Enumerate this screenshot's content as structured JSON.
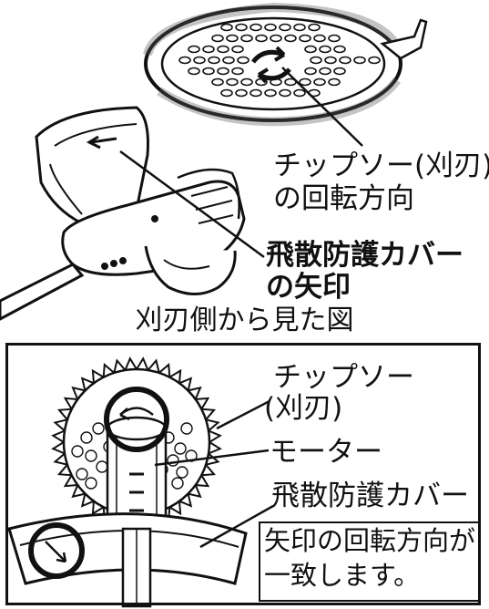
{
  "top_labels": {
    "saw_rotation_line1": "チップソー(刈刃)",
    "saw_rotation_line2": "の回転方向",
    "cover_arrow_line1": "飛散防護カバー",
    "cover_arrow_line2": "の矢印"
  },
  "section_title": "刈刃側から見た図",
  "bottom_labels": {
    "tip_saw_line1": "チップソー",
    "tip_saw_line2": "(刈刃)",
    "motor": "モーター",
    "cover": "飛散防護カバー"
  },
  "note": {
    "line1": "矢印の回転方向が",
    "line2": "一致します。"
  }
}
